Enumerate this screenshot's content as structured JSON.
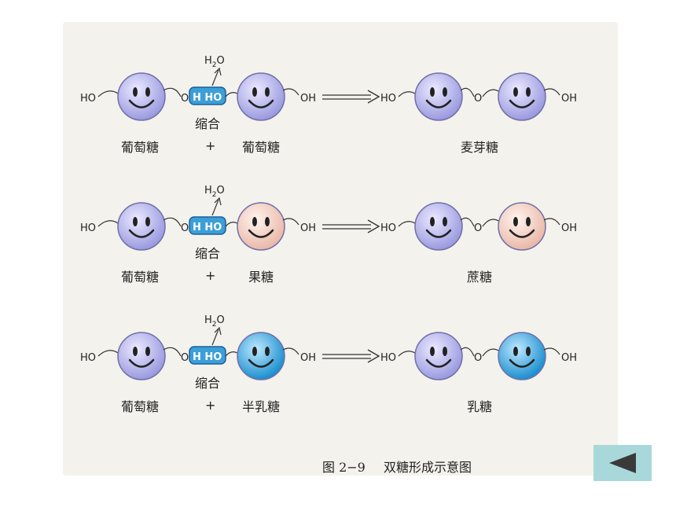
{
  "rows": [
    {
      "water": "H",
      "water_sub": "2",
      "water_o": "O",
      "ho_left": "HO",
      "o_link": "O",
      "hh_box": "H HO",
      "oh_mid": "OH",
      "action": "缩合",
      "plus": "+",
      "mono1": "葡萄糖",
      "mono2": "葡萄糖",
      "prod_ho": "HO",
      "prod_o": "O",
      "prod_oh": "OH",
      "product": "麦芽糖",
      "mono2_color": "#c4c4f0"
    },
    {
      "water": "H",
      "water_sub": "2",
      "water_o": "O",
      "ho_left": "HO",
      "o_link": "O",
      "hh_box": "H HO",
      "oh_mid": "OH",
      "action": "缩合",
      "plus": "+",
      "mono1": "葡萄糖",
      "mono2": "果糖",
      "prod_ho": "HO",
      "prod_o": "O",
      "prod_oh": "OH",
      "product": "蔗糖",
      "mono2_color": "#f6d6cc"
    },
    {
      "water": "H",
      "water_sub": "2",
      "water_o": "O",
      "ho_left": "HO",
      "o_link": "O",
      "hh_box": "H HO",
      "oh_mid": "OH",
      "action": "缩合",
      "plus": "+",
      "mono1": "葡萄糖",
      "mono2": "半乳糖",
      "prod_ho": "HO",
      "prod_o": "O",
      "prod_oh": "OH",
      "product": "乳糖",
      "mono2_color": "#3ea9dc"
    }
  ],
  "caption": {
    "number": "图 2−9",
    "title": "双糖形成示意图"
  },
  "colors": {
    "glucose": "#c4c4f0",
    "box": "#3b9fd8",
    "background": "#f4f2ec",
    "back_button": "#a9d8da"
  },
  "back_button": {
    "icon": "left-triangle-icon"
  }
}
